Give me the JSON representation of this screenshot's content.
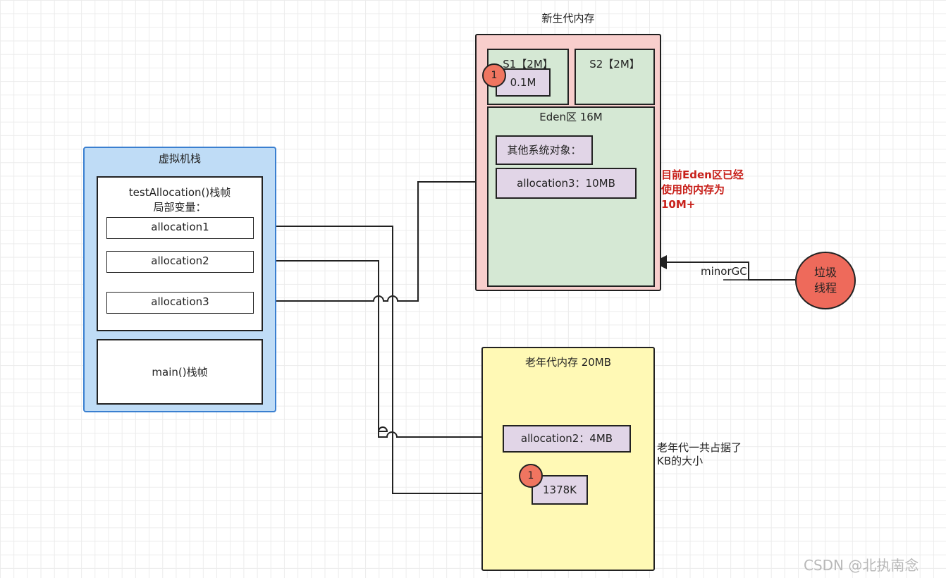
{
  "stack": {
    "title": "虚拟机栈",
    "frame_title": "testAllocation()栈帧",
    "locals_label": "局部变量：",
    "variables": [
      "allocation1",
      "allocation2",
      "allocation3"
    ],
    "main_frame": "main()栈帧"
  },
  "young_gen": {
    "title": "新生代内存",
    "s1_label": "S1【2M】",
    "s1_object": "0.1M",
    "s1_badge": "1",
    "s2_label": "S2【2M】",
    "eden_label": "Eden区 16M",
    "eden_objects": [
      "其他系统对象：",
      "allocation3：10MB"
    ],
    "eden_note": "目前Eden区已经使用的内存为10M+"
  },
  "gc": {
    "label": "minorGC",
    "thread": "垃圾线程"
  },
  "old_gen": {
    "title": "老年代内存 20MB",
    "objects": [
      "allocation2：4MB",
      "1378K"
    ],
    "badge": "1",
    "note": "老年代一共占据了KB的大小"
  },
  "watermark": "CSDN @北执南念",
  "colors": {
    "stack_fill": "#bfdcf6",
    "stack_border": "#3a7fd0",
    "young_fill": "#f8cecc",
    "green_fill": "#d5e8d4",
    "object_fill": "#e1d5e7",
    "old_fill": "#fff9b5",
    "gc_thread_fill": "#ee6a5b",
    "note_red": "#c8201a"
  }
}
